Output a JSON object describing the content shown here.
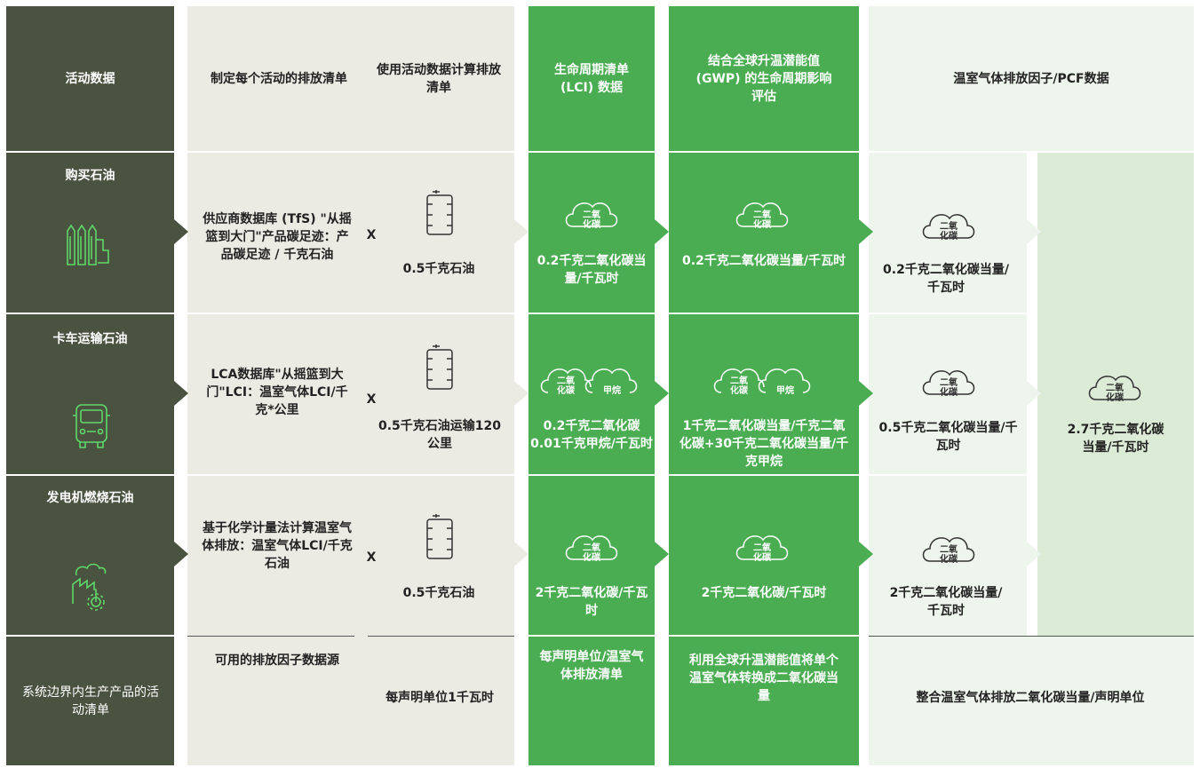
{
  "headers": {
    "activity": "活动数据",
    "inventory": "制定每个活动的排放清单",
    "calc": "使用活动数据计算排放清单",
    "lci": "生命周期清单 (LCI) 数据",
    "gwp": "结合全球升温潜能值 (GWP) 的生命周期影响评估",
    "factor": "温室气体排放因子/PCF数据"
  },
  "rows": [
    {
      "activity": "购买石油",
      "source": "供应商数据库 (TfS) \"从摇篮到大门\"产品碳足迹：产品碳足迹 / 千克石油",
      "x": "X",
      "amount": "0.5千克石油",
      "lci": "0.2千克二氧化碳当量/千瓦时",
      "gwp": "0.2千克二氧化碳当量/千瓦时",
      "factor": "0.2千克二氧化碳当量/千瓦时"
    },
    {
      "activity": "卡车运输石油",
      "source": "LCA数据库\"从摇篮到大门\"LCI：温室气体LCI/千克*公里",
      "x": "X",
      "amount": "0.5千克石油运输120公里",
      "lci": "0.2千克二氧化碳0.01千克甲烷/千瓦时",
      "gwp": "1千克二氧化碳当量/千克二氧化碳+30千克二氧化碳当量/千克甲烷",
      "factor": "0.5千克二氧化碳当量/千瓦时"
    },
    {
      "activity": "发电机燃烧石油",
      "source": "基于化学计量法计算温室气体排放：温室气体LCI/千克石油",
      "x": "X",
      "amount": "0.5千克石油",
      "lci": "2千克二氧化碳/千瓦时",
      "gwp": "2千克二氧化碳/千瓦时",
      "factor": "2千克二氧化碳当量/千瓦时"
    }
  ],
  "pcf_total": "2.7千克二氧化碳当量/千瓦时",
  "cloud": {
    "co2": "二氧化碳",
    "co2_a": "二氧",
    "co2_b": "化碳",
    "ch4": "甲烷"
  },
  "footer": {
    "activity": "系统边界内生产产品的活动清单",
    "inventory": "可用的排放因子数据源",
    "calc": "每声明单位1千瓦时",
    "lci": "每声明单位/温室气体排放清单",
    "gwp": "利用全球升温潜能值将单个温室气体转换成二氧化碳当量",
    "factor": "整合温室气体排放二氧化碳当量/声明单位"
  },
  "colors": {
    "dark": "#4a5240",
    "beige": "#ecebe3",
    "green": "#4aad52",
    "light": "#eef5ec",
    "pcf": "#dcebd6"
  }
}
